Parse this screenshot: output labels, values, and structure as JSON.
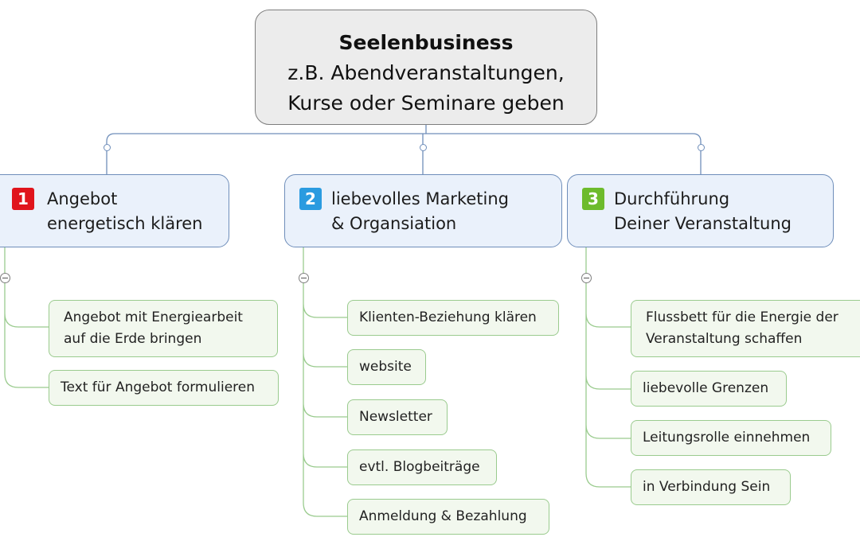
{
  "root": {
    "title": "Seelenbusiness",
    "line2": "z.B. Abendveranstaltungen,",
    "line3": "Kurse oder Seminare geben"
  },
  "branches": [
    {
      "number": "1",
      "color": "#e0141c",
      "line1": "Angebot",
      "line2": "energetisch klären",
      "leaves": [
        {
          "line1": "Angebot mit Energiearbeit",
          "line2": "auf die Erde bringen"
        },
        {
          "line1": "Text für Angebot formulieren"
        }
      ]
    },
    {
      "number": "2",
      "color": "#2a9be0",
      "line1": "liebevolles Marketing",
      "line2": "& Organsiation",
      "leaves": [
        {
          "line1": "Klienten-Beziehung klären"
        },
        {
          "line1": "website"
        },
        {
          "line1": "Newsletter"
        },
        {
          "line1": "evtl. Blogbeiträge"
        },
        {
          "line1": "Anmeldung & Bezahlung"
        }
      ]
    },
    {
      "number": "3",
      "color": "#6dbb2c",
      "line1": "Durchführung",
      "line2": "Deiner Veranstaltung",
      "leaves": [
        {
          "line1": "Flussbett für die Energie der",
          "line2": "Veranstaltung schaffen"
        },
        {
          "line1": "liebevolle Grenzen"
        },
        {
          "line1": "Leitungsrolle einnehmen"
        },
        {
          "line1": "in Verbindung Sein"
        }
      ]
    }
  ],
  "colors": {
    "root_fill": "#ececec",
    "branch_fill": "#eaf1fb",
    "branch_border": "#6f8eba",
    "leaf_fill": "#f2f8ee",
    "leaf_border": "#9acb8e"
  }
}
